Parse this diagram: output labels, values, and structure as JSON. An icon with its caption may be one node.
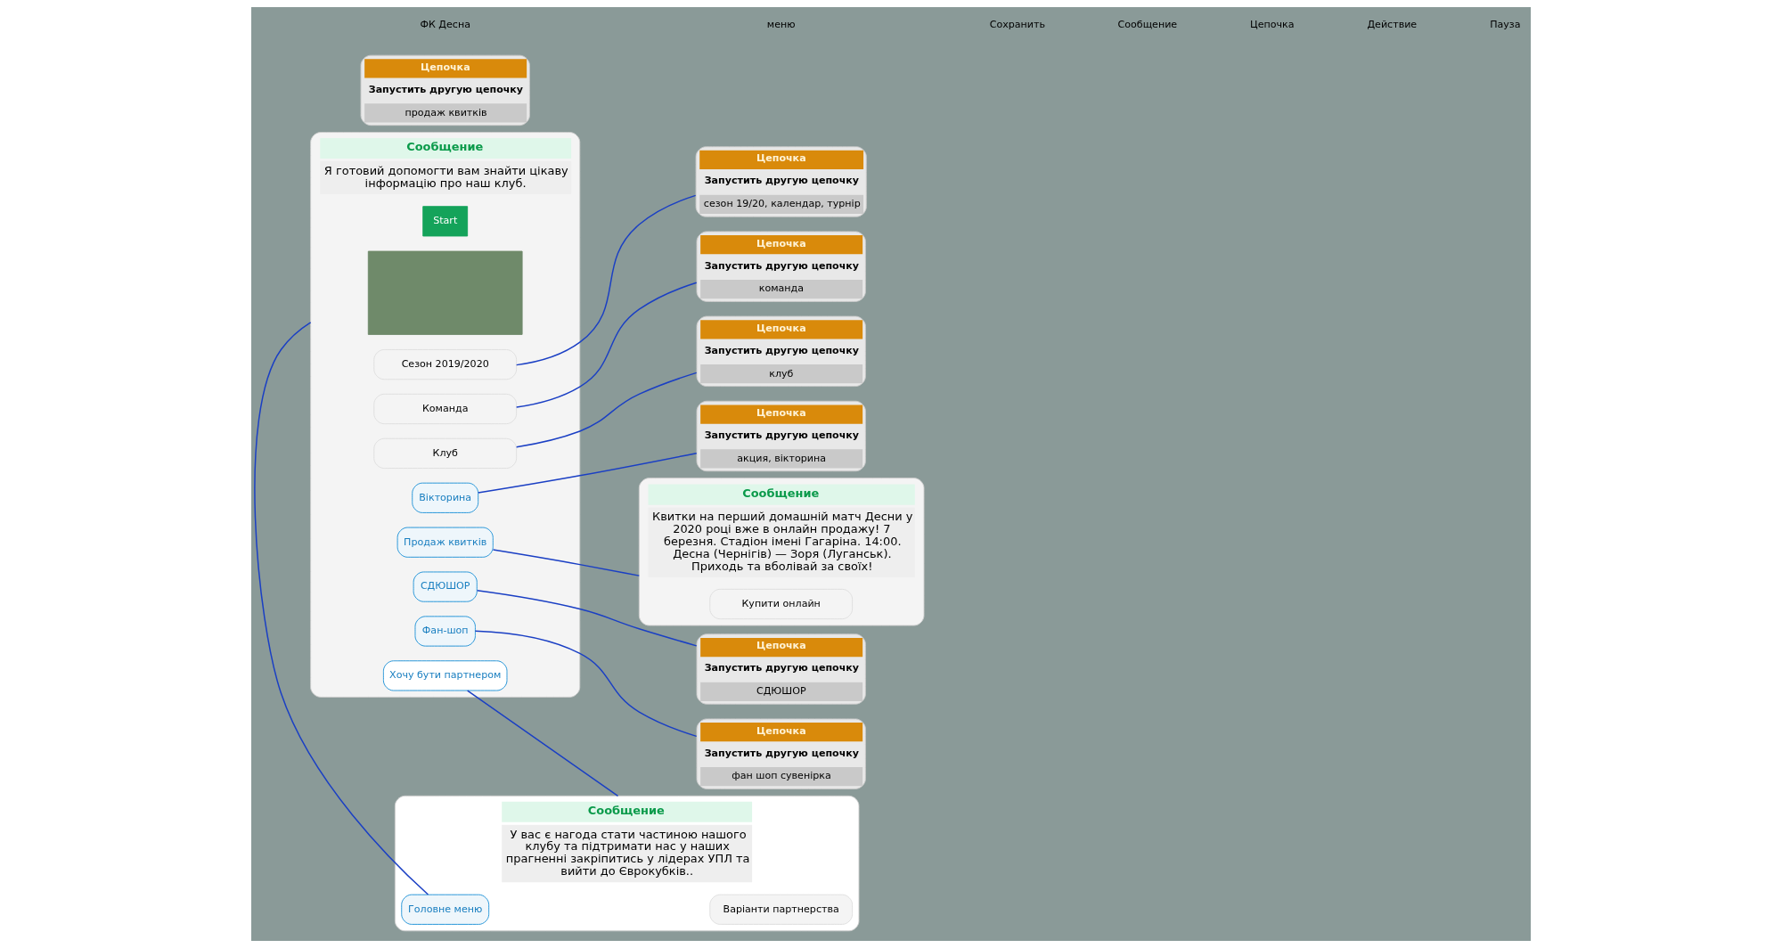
{
  "diagram": {
    "nodes": [
      {
        "text": [
          "Сообщение",
          "Я готовий допомогти вам знайти цікаву інформацію про наш клуб."
        ],
        "beside": [
          "Start"
        ]
      },
      {
        "text": [],
        "shape": "box",
        "in": 0
      },
      {
        "text": [
          "Сезон 2019/2020"
        ],
        "in": 0
      },
      {
        "text": [
          "Команда"
        ],
        "in": 0
      },
      {
        "text": [
          "Клуб"
        ],
        "in": 0
      },
      {
        "text": [
          "Вікторина"
        ],
        "in": 0
      },
      {
        "text": [
          "Продаж квитків"
        ],
        "in": 0
      },
      {
        "text": [
          "СДЮШОР"
        ],
        "in": 0
      },
      {
        "text": [
          "Фан-шоп"
        ],
        "in": 0
      },
      {
        "text": [
          "Хочу бути партнером"
        ],
        "in": 0
      },
      {
        "text": [
          "Цепочка",
          "Запустить другую цепочку",
          "акция, вікторина"
        ]
      },
      {
        "text": [
          "Цепочка",
          "Запустить другую цепочку",
          "сезон 19/20, календар, турнір"
        ]
      },
      {
        "text": [
          "Цепочка",
          "Запустить другую цепочку",
          "команда"
        ]
      },
      {
        "text": [
          "Сообщение",
          "Квитки на перший домашній матч Десни у 2020 році вже в онлайн продажу! 7 березня. Стадіон імені Гагаріна. 14:00. Десна (Чернігів) — Зоря (Луганськ). Приходь та вболівай за своїх!"
        ]
      },
      {
        "text": [
          "Купити онлайн"
        ],
        "in": 13
      },
      {
        "text": [
          "Цепочка",
          "Запустить другую цепочку",
          "клуб"
        ]
      },
      {
        "text": [
          "Сообщение",
          "У вас є нагода стати частиною нашого клубу та підтримати нас у наших прагненні закріпитись у лідерах УПЛ та вийти до Єврокубків.."
        ]
      },
      {
        "text": [
          "Варіанти партнерства"
        ],
        "in": 16
      },
      {
        "text": [
          "Головне меню"
        ],
        "in": 16
      },
      {
        "text": [
          "Цепочка",
          "Запустить другую цепочку",
          "СДЮШОР"
        ]
      },
      {
        "text": [
          "Цепочка",
          "Запустить другую цепочку",
          "продаж квитків"
        ]
      },
      {
        "text": [
          "Цепочка",
          "Запустить другую цепочку",
          "фан шоп сувенірка"
        ]
      }
    ],
    "edges": [
      {
        "from": 2,
        "to": 11,
        "arrow": "none"
      },
      {
        "from": 3,
        "to": 12,
        "arrow": "none"
      },
      {
        "from": 4,
        "to": 15,
        "arrow": "none"
      },
      {
        "from": 5,
        "to": 10,
        "arrow": "none"
      },
      {
        "from": 6,
        "to": 13,
        "arrow": "none"
      },
      {
        "from": 7,
        "to": 19,
        "arrow": "none"
      },
      {
        "from": 8,
        "to": 21,
        "arrow": "none"
      },
      {
        "from": 9,
        "to": 16,
        "arrow": "none"
      },
      {
        "from": 18,
        "to": 0,
        "arrow": "none"
      }
    ],
    "labels": [
      "ФК Десна",
      "меню",
      "Сохранить",
      "Сообщение",
      "Цепочка",
      "Действие",
      "Пауза"
    ]
  }
}
